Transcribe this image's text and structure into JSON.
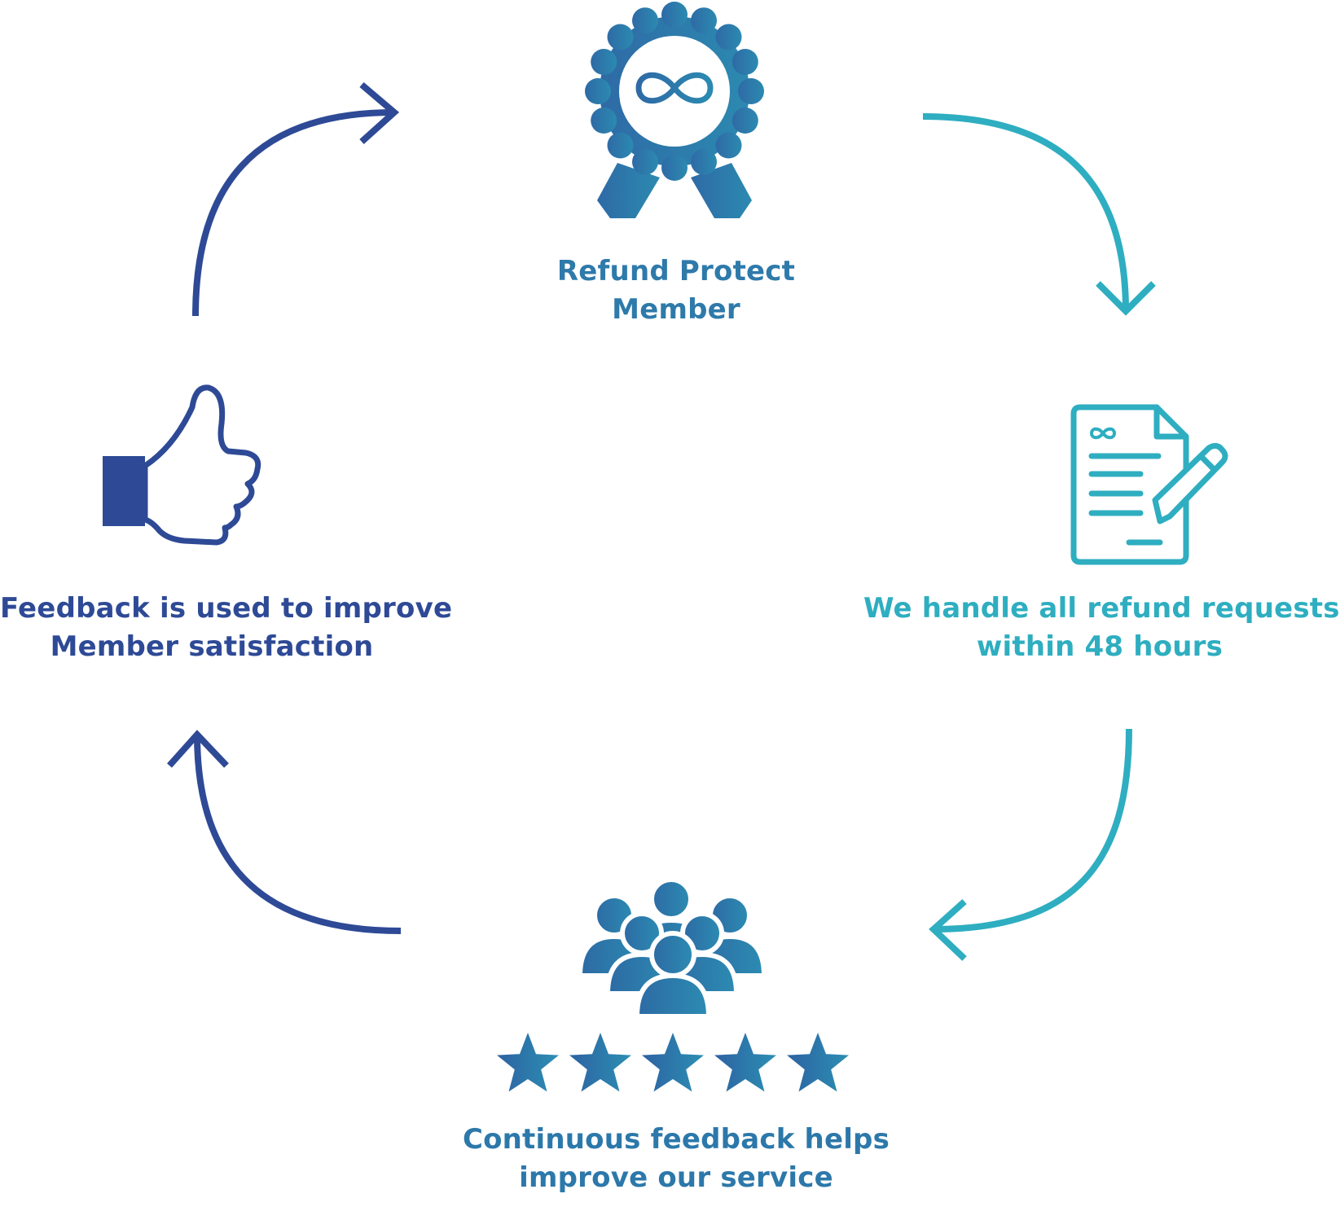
{
  "colors": {
    "dark_blue": "#2e4a96",
    "mid_blue": "#2c7cac",
    "teal": "#2eaec0",
    "mid_teal": "#2a86ae"
  },
  "steps": [
    {
      "id": "top",
      "icon": "award-ribbon-infinity-icon",
      "lines": [
        "Refund Protect",
        "Member"
      ]
    },
    {
      "id": "right",
      "icon": "document-pencil-icon",
      "lines": [
        "We handle all refund requests",
        "within 48 hours"
      ]
    },
    {
      "id": "bottom",
      "icon": "group-people-stars-icon",
      "lines": [
        "Continuous feedback helps",
        "improve our service"
      ]
    },
    {
      "id": "left",
      "icon": "thumbs-up-icon",
      "lines": [
        "Feedback is used to improve",
        "Member satisfaction"
      ]
    }
  ],
  "rating": {
    "stars": 5,
    "max": 5
  }
}
